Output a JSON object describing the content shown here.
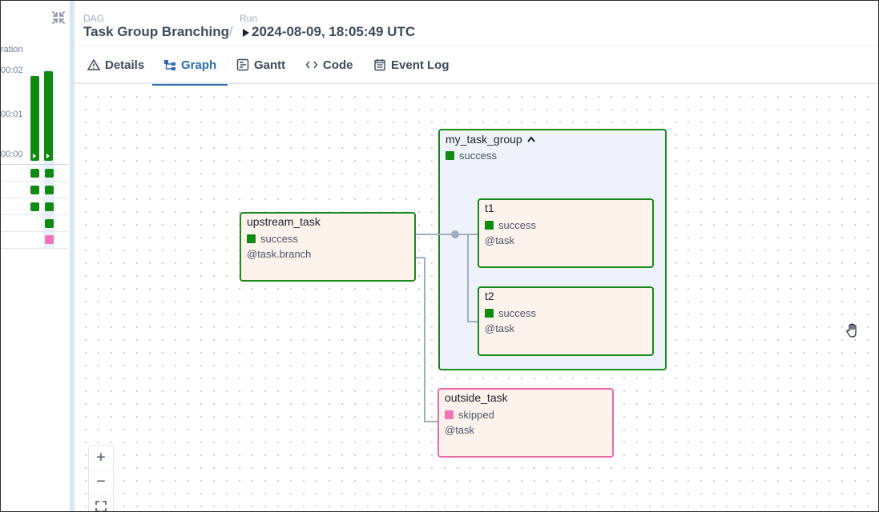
{
  "grid": {
    "duration_title": "ration",
    "ticks": [
      "00:02",
      "00:01",
      "00:00"
    ],
    "task_rows": [
      {
        "c1": "#118a11",
        "c2": "#118a11"
      },
      {
        "c1": "#118a11",
        "c2": "#118a11"
      },
      {
        "c1": "#118a11",
        "c2": "#118a11"
      },
      {
        "c1": null,
        "c2": "#118a11"
      },
      {
        "c1": null,
        "c2": "#f472b6"
      }
    ]
  },
  "breadcrumb": {
    "dag_label": "DAG",
    "dag_value": "Task Group Branching",
    "separator": "/",
    "run_label": "Run",
    "run_value": "2024-08-09, 18:05:49 UTC"
  },
  "tabs": [
    {
      "label": "Details",
      "icon": "warning-triangle-icon"
    },
    {
      "label": "Graph",
      "icon": "graph-icon",
      "active": true
    },
    {
      "label": "Gantt",
      "icon": "gantt-icon"
    },
    {
      "label": "Code",
      "icon": "code-icon"
    },
    {
      "label": "Event Log",
      "icon": "calendar-log-icon"
    }
  ],
  "graph": {
    "group": {
      "title": "my_task_group",
      "state": "success",
      "state_color": "#118a11",
      "toggle_icon": "chevron-up-icon"
    },
    "nodes": {
      "upstream": {
        "title": "upstream_task",
        "state": "success",
        "state_color": "#118a11",
        "operator": "@task.branch"
      },
      "t1": {
        "title": "t1",
        "state": "success",
        "state_color": "#118a11",
        "operator": "@task"
      },
      "t2": {
        "title": "t2",
        "state": "success",
        "state_color": "#118a11",
        "operator": "@task"
      },
      "outside": {
        "title": "outside_task",
        "state": "skipped",
        "state_color": "#f472b6",
        "operator": "@task"
      }
    },
    "zoom": {
      "in": "+",
      "out": "−"
    }
  },
  "colors": {
    "success": "#118a11",
    "skipped": "#f472b6",
    "accent": "#2b6cb0"
  }
}
